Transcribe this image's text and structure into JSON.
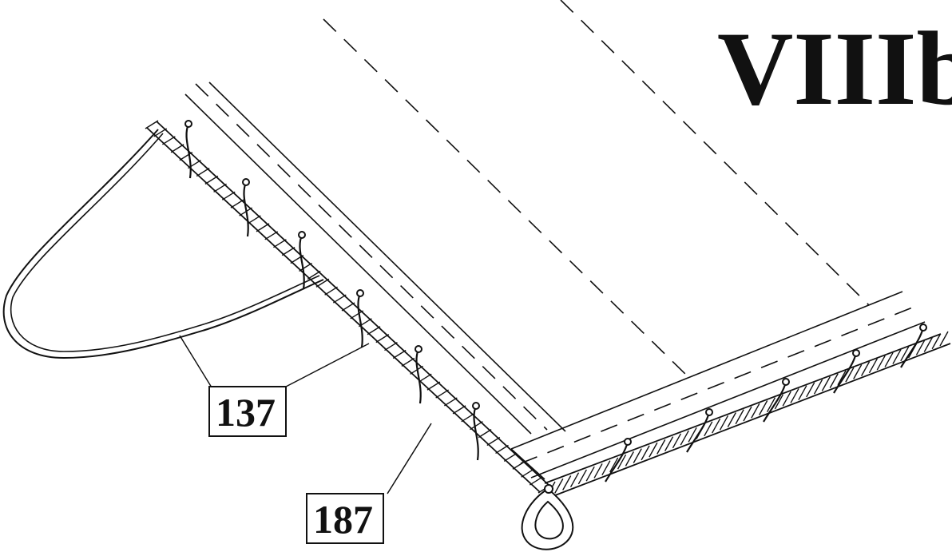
{
  "figure": {
    "title": "VIIIb",
    "reference_numerals": [
      {
        "id": "137",
        "text": "137"
      },
      {
        "id": "187",
        "text": "187"
      }
    ]
  },
  "colors": {
    "ink": "#111111",
    "paper": "#ffffff"
  }
}
